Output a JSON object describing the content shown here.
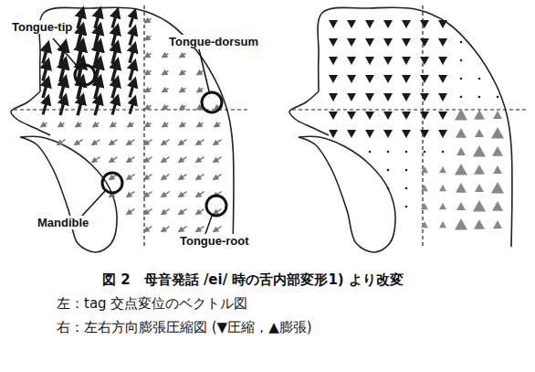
{
  "diagram": {
    "caption": "図 2　母音発話 /ei/ 時の舌内部変形1) より改変",
    "labels": [
      "Tongue-tip",
      "Tongue-dorsum",
      "Mandible",
      "Tongue-root",
      "左：tag 交点変位のベクトル図",
      "右：左右方向膨張圧縮図 (▼圧縮，▲膨張)"
    ]
  }
}
